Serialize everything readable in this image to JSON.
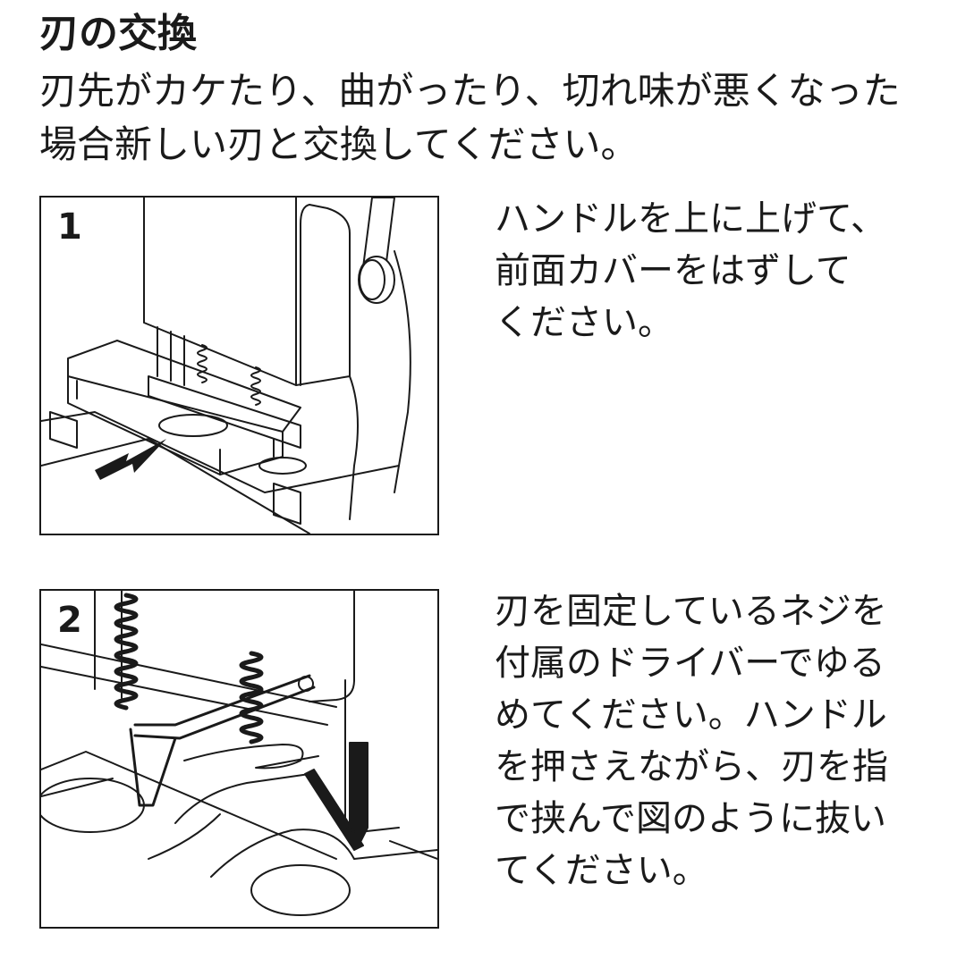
{
  "title": "刃の交換",
  "intro": {
    "line1": "刃先がカケたり、曲がったり、切れ味が悪くなった",
    "line2": "場合新しい刃と交換してください。"
  },
  "steps": [
    {
      "number": "1",
      "lines": [
        "ハンドルを上に上げて、",
        "前面カバーをはずして",
        "ください。"
      ]
    },
    {
      "number": "2",
      "lines": [
        "刃を固定しているネジを",
        "付属のドライバーでゆる",
        "めてください。ハンドル",
        "を押さえながら、刃を指",
        "で挟んで図のように抜い",
        "てください。"
      ]
    }
  ],
  "icons": {
    "figure_1": "paper-cutter-cover-removal-illustration",
    "figure_2": "blade-removal-with-screwdriver-illustration",
    "arrow": "arrow-icon"
  },
  "colors": {
    "ink": "#1a1a1a",
    "background": "#ffffff"
  }
}
